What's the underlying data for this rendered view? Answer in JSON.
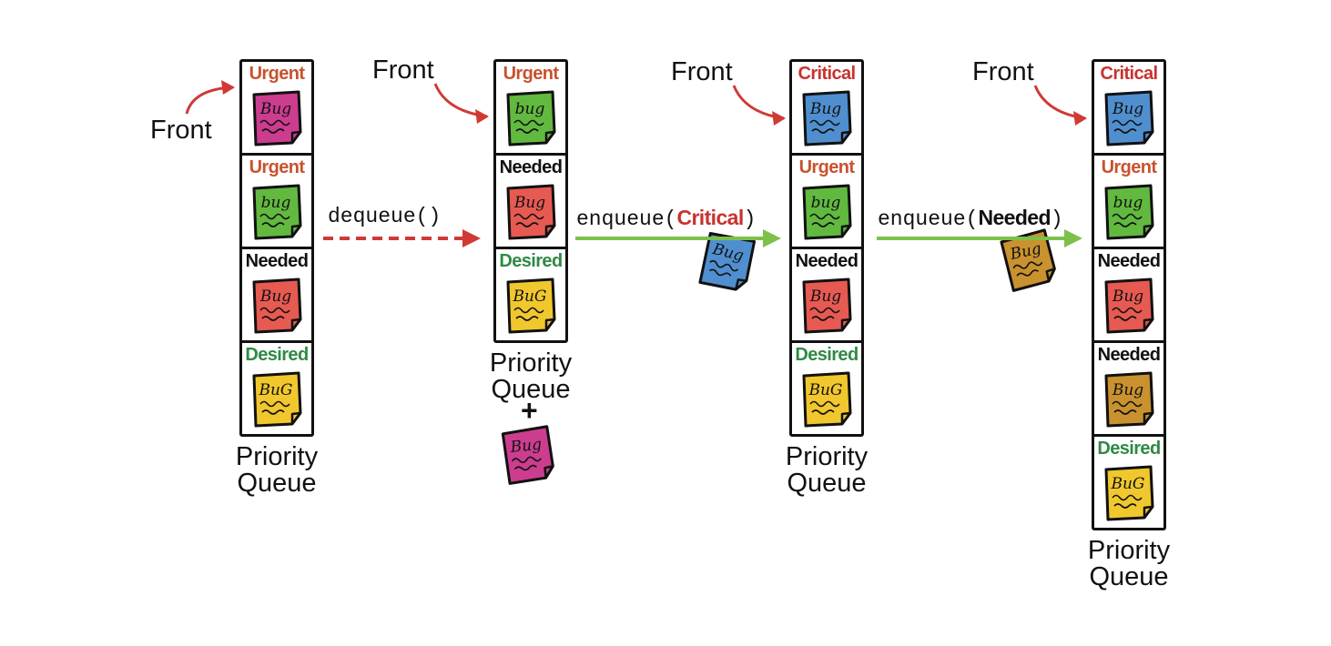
{
  "priorities": {
    "critical": {
      "label": "Critical",
      "color": "#c8322f"
    },
    "urgent": {
      "label": "Urgent",
      "color": "#c8522f"
    },
    "needed": {
      "label": "Needed",
      "color": "#111111"
    },
    "desired": {
      "label": "Desired",
      "color": "#2f8a45"
    }
  },
  "notes": {
    "magenta": {
      "fill": "#cc3d8f",
      "text": "Bug"
    },
    "green": {
      "fill": "#62b93f",
      "text": "bug"
    },
    "red": {
      "fill": "#e65a52",
      "text": "Bug"
    },
    "yellow": {
      "fill": "#f1c72e",
      "text": "BuG"
    },
    "blue": {
      "fill": "#4f8fcf",
      "text": "Bug"
    },
    "brown": {
      "fill": "#c9922f",
      "text": "Bug"
    }
  },
  "front_label": "Front",
  "queue_label_line1": "Priority",
  "queue_label_line2": "Queue",
  "plus_sign": "+",
  "queues": [
    {
      "items": [
        {
          "priority": "urgent",
          "note": "magenta"
        },
        {
          "priority": "urgent",
          "note": "green"
        },
        {
          "priority": "needed",
          "note": "red"
        },
        {
          "priority": "desired",
          "note": "yellow"
        }
      ]
    },
    {
      "items": [
        {
          "priority": "urgent",
          "note": "green"
        },
        {
          "priority": "needed",
          "note": "red"
        },
        {
          "priority": "desired",
          "note": "yellow"
        }
      ]
    },
    {
      "items": [
        {
          "priority": "critical",
          "note": "blue"
        },
        {
          "priority": "urgent",
          "note": "green"
        },
        {
          "priority": "needed",
          "note": "red"
        },
        {
          "priority": "desired",
          "note": "yellow"
        }
      ]
    },
    {
      "items": [
        {
          "priority": "critical",
          "note": "blue"
        },
        {
          "priority": "urgent",
          "note": "green"
        },
        {
          "priority": "needed",
          "note": "red"
        },
        {
          "priority": "needed",
          "note": "brown"
        },
        {
          "priority": "desired",
          "note": "yellow"
        }
      ]
    }
  ],
  "operations": [
    {
      "fn": "dequeue",
      "arg": "",
      "note": "magenta",
      "style": "dashed",
      "color": "#cf3a34"
    },
    {
      "fn": "enqueue",
      "arg": "critical",
      "note": "blue",
      "style": "solid",
      "color": "#7dc04a"
    },
    {
      "fn": "enqueue",
      "arg": "needed",
      "note": "brown",
      "style": "solid",
      "color": "#7dc04a"
    }
  ],
  "front_arrow_color": "#cf3a34"
}
